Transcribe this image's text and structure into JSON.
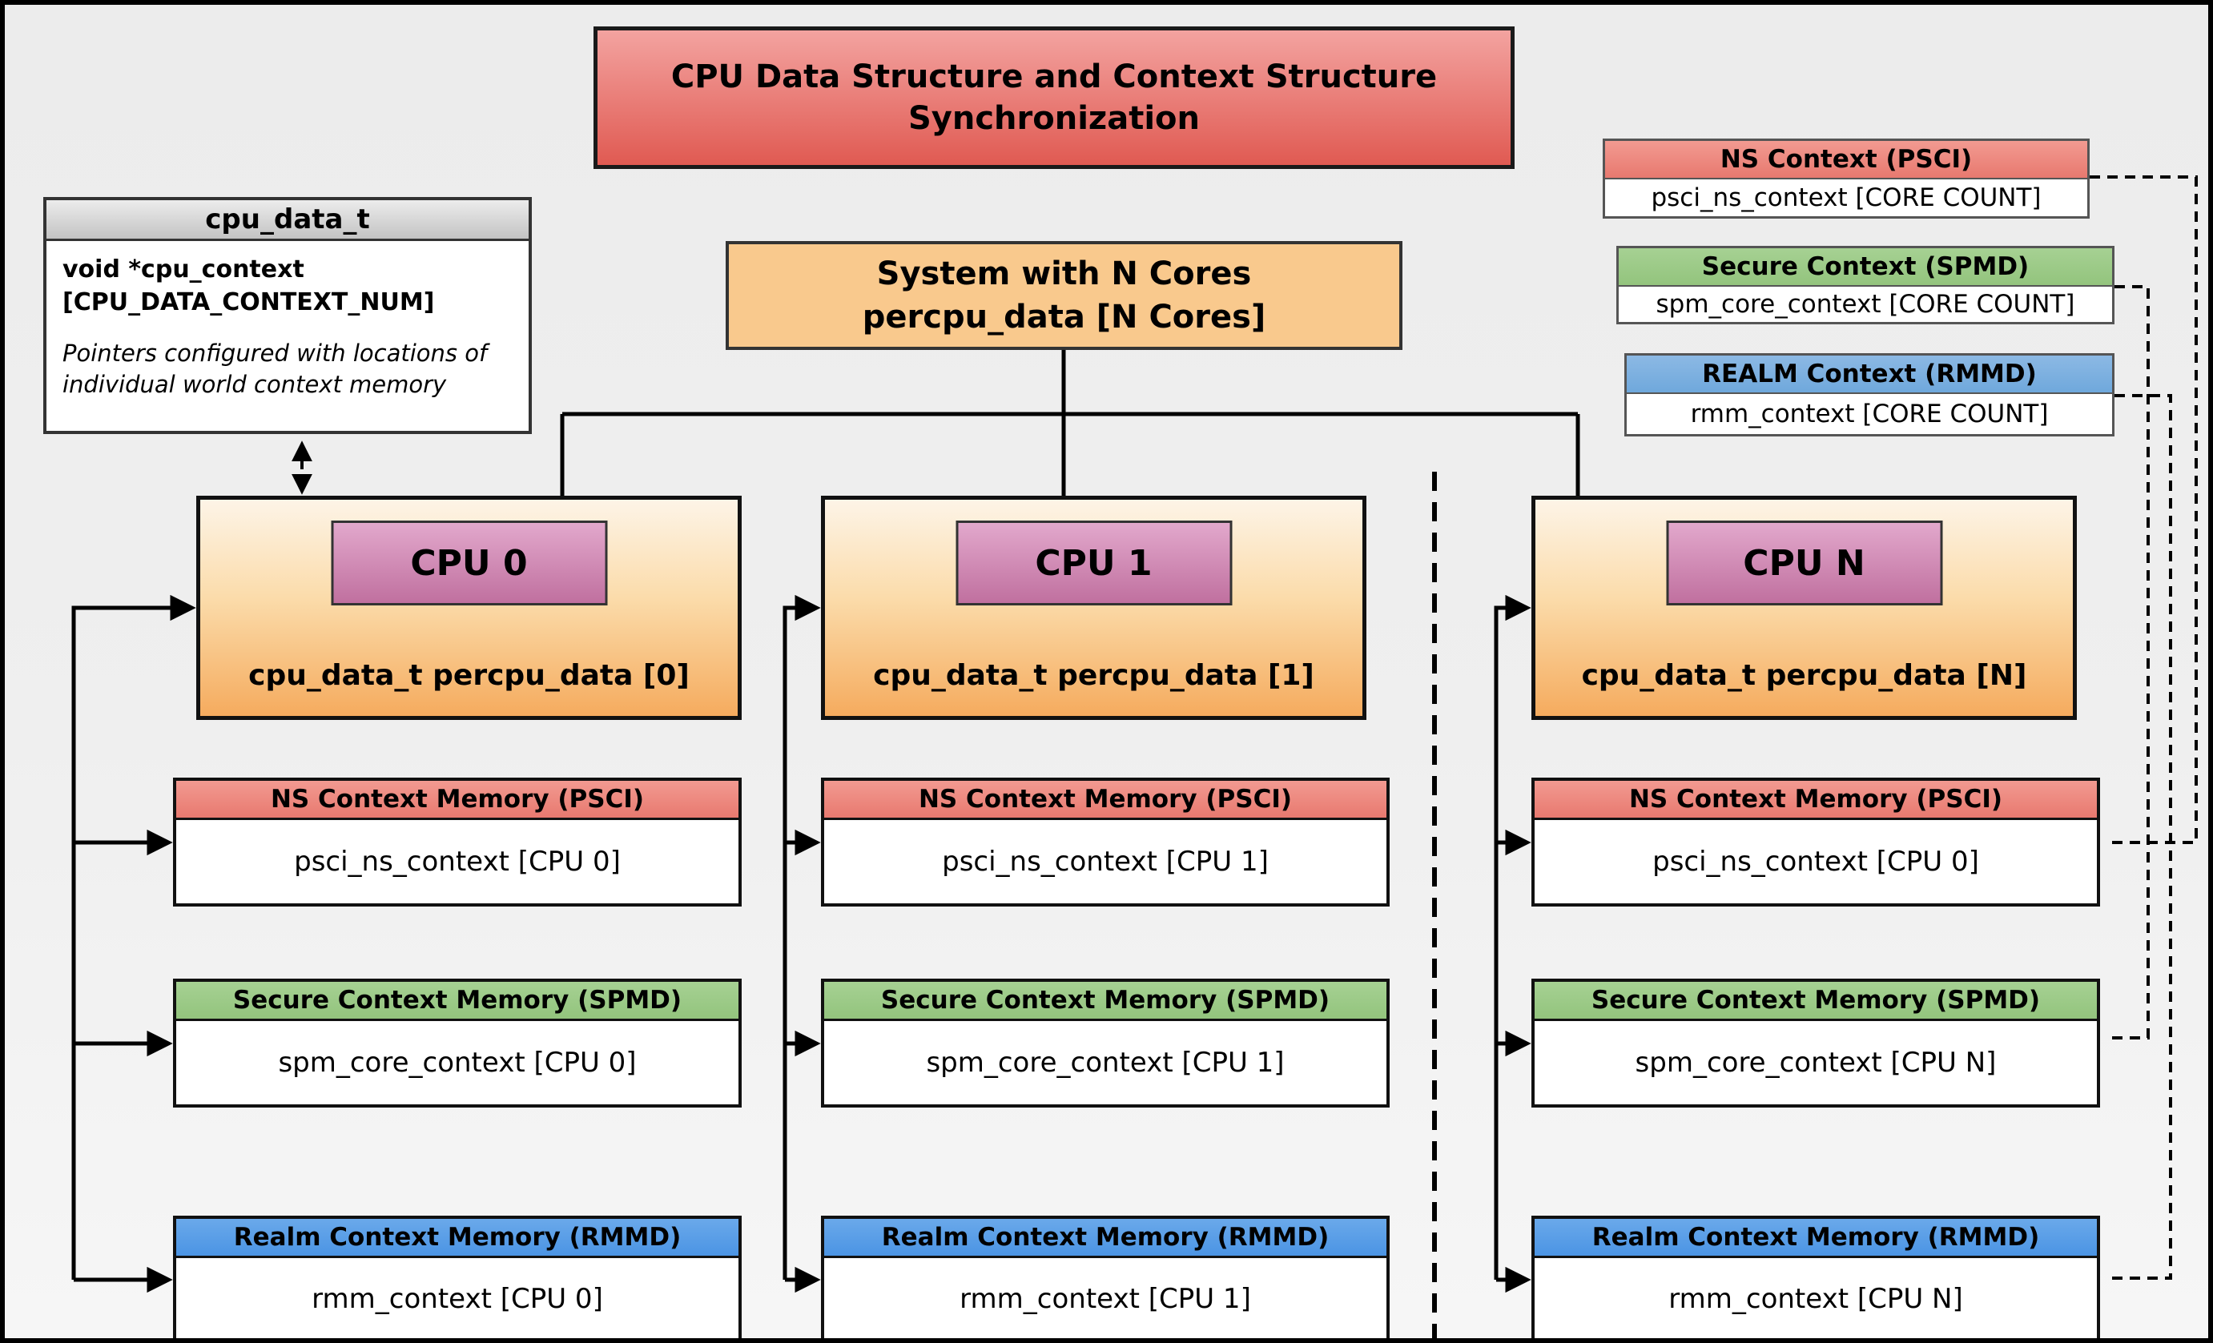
{
  "title": "CPU Data Structure and Context Structure Synchronization",
  "cpu_data_struct": {
    "header": "cpu_data_t",
    "field_line1": "void  *cpu_context",
    "field_line2": "[CPU_DATA_CONTEXT_NUM]",
    "note": "Pointers configured with locations of individual world context memory"
  },
  "system_box": {
    "line1": "System with N Cores",
    "line2": "percpu_data [N Cores]"
  },
  "legend": [
    {
      "header": "NS Context  (PSCI)",
      "body": "psci_ns_context [CORE COUNT]"
    },
    {
      "header": "Secure Context (SPMD)",
      "body": "spm_core_context [CORE COUNT]"
    },
    {
      "header": "REALM Context (RMMD)",
      "body": "rmm_context [CORE COUNT]"
    }
  ],
  "cpus": [
    {
      "label": "CPU 0",
      "data_label": "cpu_data_t percpu_data [0]",
      "contexts": [
        {
          "header": "NS Context Memory (PSCI)",
          "body": "psci_ns_context [CPU 0]"
        },
        {
          "header": "Secure Context Memory (SPMD)",
          "body": "spm_core_context [CPU 0]"
        },
        {
          "header": "Realm Context Memory (RMMD)",
          "body": "rmm_context [CPU 0]"
        }
      ]
    },
    {
      "label": "CPU 1",
      "data_label": "cpu_data_t percpu_data [1]",
      "contexts": [
        {
          "header": "NS Context Memory (PSCI)",
          "body": "psci_ns_context [CPU 1]"
        },
        {
          "header": "Secure Context Memory (SPMD)",
          "body": "spm_core_context [CPU 1]"
        },
        {
          "header": "Realm Context Memory (RMMD)",
          "body": "rmm_context [CPU 1]"
        }
      ]
    },
    {
      "label": "CPU N",
      "data_label": "cpu_data_t percpu_data [N]",
      "contexts": [
        {
          "header": "NS Context Memory (PSCI)",
          "body": "psci_ns_context [CPU 0]"
        },
        {
          "header": "Secure Context Memory (SPMD)",
          "body": "spm_core_context [CPU N]"
        },
        {
          "header": "Realm Context Memory (RMMD)",
          "body": "rmm_context [CPU N]"
        }
      ]
    }
  ],
  "colors": {
    "ns": "#e8796f",
    "secure": "#93c47d",
    "realm": "#4b94e4",
    "realm-legend": "#6fa8dc",
    "orange": "#f9c98d",
    "cpu-grad-bottom": "#f5ab5e",
    "purple": "#c0709f",
    "title-red": "#e05a52"
  }
}
